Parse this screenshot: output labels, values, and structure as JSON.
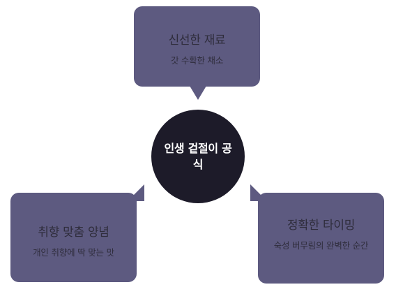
{
  "center": {
    "label": "인생 겉절이 공식"
  },
  "boxes": [
    {
      "title": "신선한 재료",
      "desc": "갓 수확한 채소"
    },
    {
      "title": "취향 맞춤 양념",
      "desc": "개인 취향에 딱 맞는 맛"
    },
    {
      "title": "정확한 타이밍",
      "desc": "숙성 버무림의 완벽한 순간"
    }
  ],
  "colors": {
    "box_fill": "#5d5a80",
    "hub_fill": "#1d1b29",
    "text_dark": "#2f2d3c",
    "text_light": "#ffffff"
  }
}
